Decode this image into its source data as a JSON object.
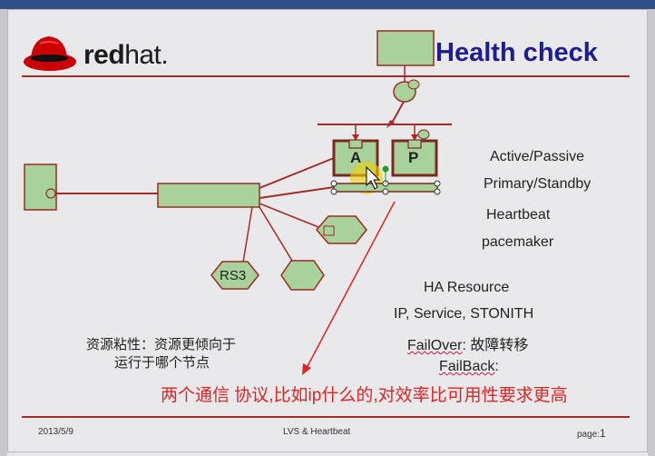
{
  "slide": {
    "logo_text_prefix": "red",
    "logo_text_suffix": "hat.",
    "title": "Health check",
    "node_a": "A",
    "node_p": "P",
    "rs3": "RS3",
    "modes": [
      "Active/Passive",
      "Primary/Standby"
    ],
    "heartbeat": "Heartbeat",
    "pacemaker": "pacemaker",
    "ha_resource": "HA Resource",
    "resources": "IP, Service, STONITH",
    "failover": "FailOver",
    "failover_cn": ": 故障转移",
    "failback": "FailBack",
    "failback_suffix": ":",
    "stickiness_line1": "资源粘性：资源更倾向于",
    "stickiness_line2": "运行于哪个节点",
    "annotation": "两个通信 协议,比如ip什么的,对效率比可用性要求更高",
    "footer_date": "2013/5/9",
    "footer_center": "LVS & Heartbeat",
    "footer_page_label": "page:",
    "footer_page_num": "1"
  },
  "colors": {
    "accent_red": "#a52a2a",
    "node_green": "#a9d19b",
    "title_blue": "#1d1d8f",
    "annotation_red": "#e02424"
  }
}
